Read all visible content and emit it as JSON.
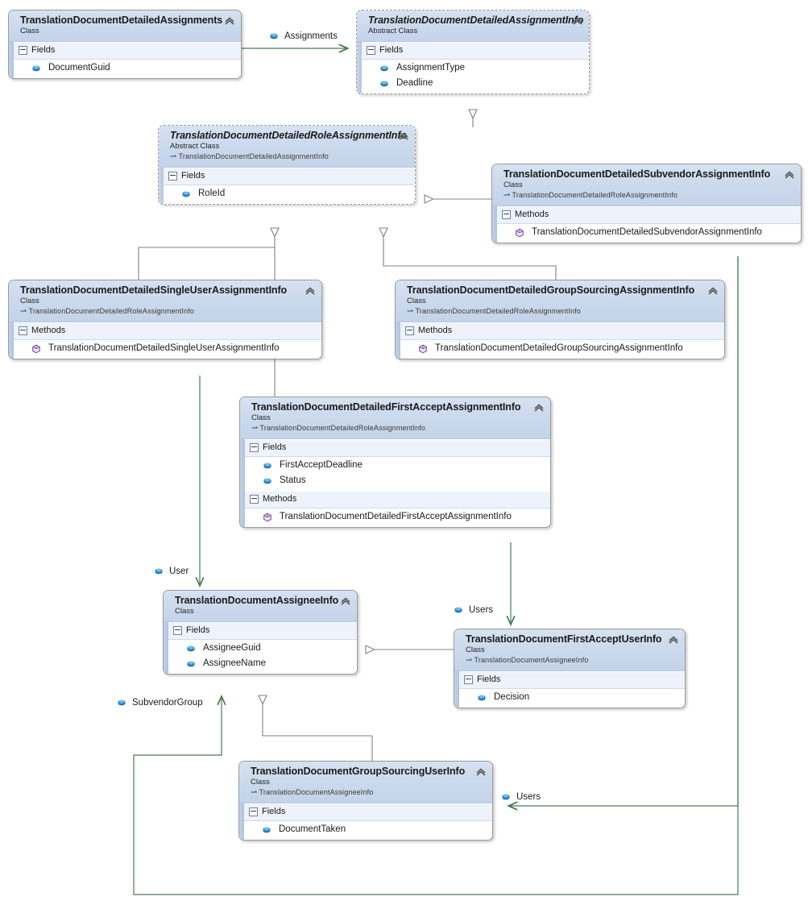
{
  "diagram": {
    "kind_class": "Class",
    "kind_abstract": "Abstract Class",
    "compartment_fields": "Fields",
    "compartment_methods": "Methods",
    "colors": {
      "header_top": "#d7e2f1",
      "header_bottom": "#c3d3e9",
      "compartment": "#eef2fa",
      "border": "#9b9b9b",
      "inheritance_line": "#808080",
      "association_line": "#4a7a52",
      "field_icon": "#1d6fb8",
      "method_icon": "#7a52a3"
    },
    "icons": {
      "field": "field-icon",
      "method": "method-icon",
      "collapse": "collapse-chevron-icon",
      "expander": "expander-minus-icon",
      "base_type": "base-type-arrow-icon"
    }
  },
  "classes": [
    {
      "id": "detailed-assignments",
      "name": "TranslationDocumentDetailedAssignments",
      "kind": "Class",
      "abstract": false,
      "base": null,
      "sections": [
        {
          "label": "Fields",
          "kind": "field",
          "members": [
            "DocumentGuid"
          ]
        }
      ]
    },
    {
      "id": "detailed-assignment-info",
      "name": "TranslationDocumentDetailedAssignmentInfo",
      "kind": "Abstract Class",
      "abstract": true,
      "base": null,
      "sections": [
        {
          "label": "Fields",
          "kind": "field",
          "members": [
            "AssignmentType",
            "Deadline"
          ]
        }
      ]
    },
    {
      "id": "detailed-role-assignment-info",
      "name": "TranslationDocumentDetailedRoleAssignmentInfo",
      "kind": "Abstract Class",
      "abstract": true,
      "base": "TranslationDocumentDetailedAssignmentInfo",
      "sections": [
        {
          "label": "Fields",
          "kind": "field",
          "members": [
            "RoleId"
          ]
        }
      ]
    },
    {
      "id": "detailed-subvendor-assignment-info",
      "name": "TranslationDocumentDetailedSubvendorAssignmentInfo",
      "kind": "Class",
      "abstract": false,
      "base": "TranslationDocumentDetailedRoleAssignmentInfo",
      "sections": [
        {
          "label": "Methods",
          "kind": "method",
          "members": [
            "TranslationDocumentDetailedSubvendorAssignmentInfo"
          ]
        }
      ]
    },
    {
      "id": "detailed-single-user-assignment-info",
      "name": "TranslationDocumentDetailedSingleUserAssignmentInfo",
      "kind": "Class",
      "abstract": false,
      "base": "TranslationDocumentDetailedRoleAssignmentInfo",
      "sections": [
        {
          "label": "Methods",
          "kind": "method",
          "members": [
            "TranslationDocumentDetailedSingleUserAssignmentInfo"
          ]
        }
      ]
    },
    {
      "id": "detailed-group-sourcing-assignment-info",
      "name": "TranslationDocumentDetailedGroupSourcingAssignmentInfo",
      "kind": "Class",
      "abstract": false,
      "base": "TranslationDocumentDetailedRoleAssignmentInfo",
      "sections": [
        {
          "label": "Methods",
          "kind": "method",
          "members": [
            "TranslationDocumentDetailedGroupSourcingAssignmentInfo"
          ]
        }
      ]
    },
    {
      "id": "detailed-first-accept-assignment-info",
      "name": "TranslationDocumentDetailedFirstAcceptAssignmentInfo",
      "kind": "Class",
      "abstract": false,
      "base": "TranslationDocumentDetailedRoleAssignmentInfo",
      "sections": [
        {
          "label": "Fields",
          "kind": "field",
          "members": [
            "FirstAcceptDeadline",
            "Status"
          ]
        },
        {
          "label": "Methods",
          "kind": "method",
          "members": [
            "TranslationDocumentDetailedFirstAcceptAssignmentInfo"
          ]
        }
      ]
    },
    {
      "id": "assignee-info",
      "name": "TranslationDocumentAssigneeInfo",
      "kind": "Class",
      "abstract": false,
      "base": null,
      "sections": [
        {
          "label": "Fields",
          "kind": "field",
          "members": [
            "AssigneeGuid",
            "AssigneeName"
          ]
        }
      ]
    },
    {
      "id": "first-accept-user-info",
      "name": "TranslationDocumentFirstAcceptUserInfo",
      "kind": "Class",
      "abstract": false,
      "base": "TranslationDocumentAssigneeInfo",
      "sections": [
        {
          "label": "Fields",
          "kind": "field",
          "members": [
            "Decision"
          ]
        }
      ]
    },
    {
      "id": "group-sourcing-user-info",
      "name": "TranslationDocumentGroupSourcingUserInfo",
      "kind": "Class",
      "abstract": false,
      "base": "TranslationDocumentAssigneeInfo",
      "sections": [
        {
          "label": "Fields",
          "kind": "field",
          "members": [
            "DocumentTaken"
          ]
        }
      ]
    }
  ],
  "associations": [
    {
      "id": "assoc-assignments",
      "label": "Assignments",
      "from": "detailed-assignments",
      "to": "detailed-assignment-info"
    },
    {
      "id": "assoc-user",
      "label": "User",
      "from": "detailed-single-user-assignment-info",
      "to": "assignee-info"
    },
    {
      "id": "assoc-users-firstaccept",
      "label": "Users",
      "from": "detailed-first-accept-assignment-info",
      "to": "first-accept-user-info"
    },
    {
      "id": "assoc-users-groupsourcing",
      "label": "Users",
      "from": "detailed-group-sourcing-assignment-info",
      "to": "group-sourcing-user-info"
    },
    {
      "id": "assoc-subvendorgroup",
      "label": "SubvendorGroup",
      "from": "detailed-subvendor-assignment-info",
      "to": "assignee-info"
    }
  ],
  "inheritances": [
    {
      "id": "inh-role-to-assignment",
      "from": "detailed-role-assignment-info",
      "to": "detailed-assignment-info"
    },
    {
      "id": "inh-subvendor-to-role",
      "from": "detailed-subvendor-assignment-info",
      "to": "detailed-role-assignment-info"
    },
    {
      "id": "inh-singleuser-to-role",
      "from": "detailed-single-user-assignment-info",
      "to": "detailed-role-assignment-info"
    },
    {
      "id": "inh-groupsourcing-to-role",
      "from": "detailed-group-sourcing-assignment-info",
      "to": "detailed-role-assignment-info"
    },
    {
      "id": "inh-firstaccept-to-role",
      "from": "detailed-first-accept-assignment-info",
      "to": "detailed-role-assignment-info"
    },
    {
      "id": "inh-firstacceptuser-to-assignee",
      "from": "first-accept-user-info",
      "to": "assignee-info"
    },
    {
      "id": "inh-groupsourcinguser-to-assignee",
      "from": "group-sourcing-user-info",
      "to": "assignee-info"
    }
  ]
}
